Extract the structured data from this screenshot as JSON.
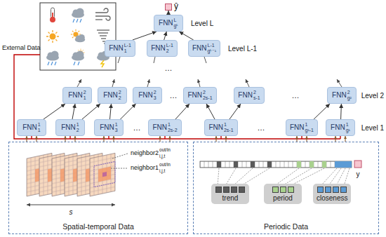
{
  "diagram": {
    "nodes": [
      {
        "text": [
          "ŷ"
        ]
      },
      {
        "text": [
          "FNN",
          "L",
          "gᴸ"
        ]
      },
      {
        "text": [
          "FNN",
          "L-1",
          "1"
        ]
      },
      {
        "text": [
          "FNN",
          "L-1",
          "2"
        ]
      },
      {
        "text": [
          "FNN",
          "L-1",
          "gᴸ⁻¹"
        ]
      },
      {
        "text": [
          "FNN",
          "2",
          "1"
        ]
      },
      {
        "text": [
          "FNN",
          "2",
          "2"
        ]
      },
      {
        "text": [
          "FNN",
          "2",
          "3"
        ]
      },
      {
        "text": [
          "FNN",
          "2",
          "2s-1"
        ]
      },
      {
        "text": [
          "FNN",
          "2",
          "s-1"
        ]
      },
      {
        "text": [
          "FNN",
          "2",
          "g²"
        ]
      },
      {
        "text": [
          "FNN",
          "1",
          "1"
        ]
      },
      {
        "text": [
          "FNN",
          "1",
          "2"
        ]
      },
      {
        "text": [
          "FNN",
          "1",
          "3"
        ]
      },
      {
        "text": [
          "FNN",
          "1",
          "2s-2"
        ]
      },
      {
        "text": [
          "FNN",
          "1",
          "2s-1"
        ]
      },
      {
        "text": [
          "FNN",
          "1",
          "g¹-1"
        ]
      },
      {
        "text": [
          "FNN",
          "1",
          "g¹"
        ]
      },
      {
        "text": [
          "Spatial-temporal Data"
        ]
      },
      {
        "text": [
          "Periodic Data"
        ]
      },
      {
        "text": [
          "trend"
        ],
        "in": 19
      },
      {
        "text": [
          "period"
        ],
        "in": 19
      },
      {
        "text": [
          "closeness"
        ],
        "in": 19
      }
    ],
    "edges": [
      {
        "from": 11,
        "to": 5,
        "arrow": "to"
      },
      {
        "from": 12,
        "to": 5,
        "arrow": "to"
      },
      {
        "from": 12,
        "to": 6,
        "arrow": "to"
      },
      {
        "from": 13,
        "to": 6,
        "arrow": "to"
      },
      {
        "from": 13,
        "to": 7,
        "arrow": "to"
      },
      {
        "from": 14,
        "to": 8,
        "arrow": "to"
      },
      {
        "from": 15,
        "to": 8,
        "arrow": "to"
      },
      {
        "from": 15,
        "to": 9,
        "arrow": "to"
      },
      {
        "from": 16,
        "to": 10,
        "arrow": "to"
      },
      {
        "from": 17,
        "to": 10,
        "arrow": "to"
      },
      {
        "from": 2,
        "to": 1,
        "arrow": "to"
      },
      {
        "from": 3,
        "to": 1,
        "arrow": "to"
      },
      {
        "from": 4,
        "to": 1,
        "arrow": "to"
      },
      {
        "from": 1,
        "to": 0,
        "arrow": "to"
      }
    ],
    "labels": [
      "External Data",
      "Level L",
      "Level L-1",
      "…",
      "Level 2",
      "…",
      "…",
      "Level 1",
      "…",
      "…",
      "neighbor2",
      "out/in",
      "i,j,t",
      "neighbor1",
      "out/in",
      "i,j,t",
      "s",
      "y"
    ]
  }
}
